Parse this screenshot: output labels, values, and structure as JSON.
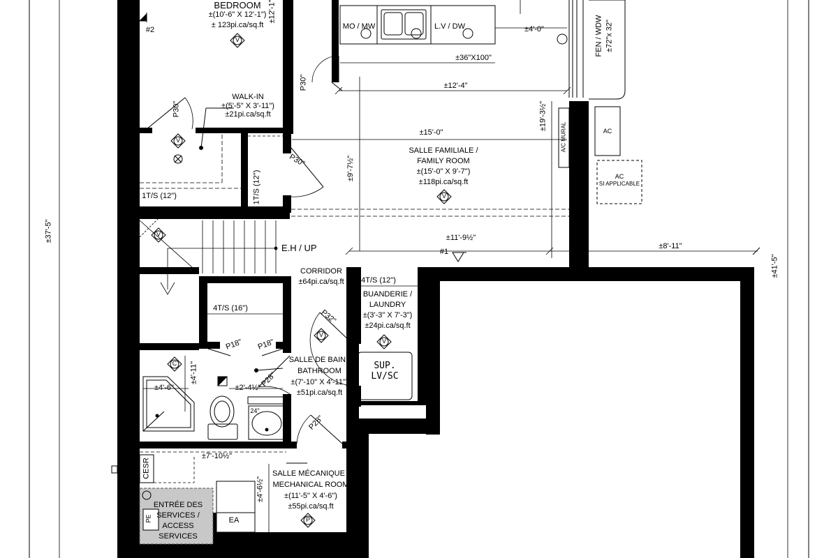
{
  "rooms": {
    "bedroom": {
      "name": "BEDROOM",
      "dims": "±(10'-6\" X 12'-1\")",
      "area": "± 123pi.ca/sq.ft",
      "ceiling": "±12'-1\""
    },
    "walkin": {
      "name": "WALK-IN",
      "dims": "±(5'-5\" X 3'-11\")",
      "area": "±21pi.ca/sq.ft"
    },
    "family": {
      "name1": "SALLE FAMILIALE /",
      "name2": "FAMILY ROOM",
      "dims": "±(15'-0\" X 9'-7\")",
      "area": "±118pi.ca/sq.ft"
    },
    "corridor": {
      "name": "CORRIDOR",
      "area": "±64pi.ca/sq.ft"
    },
    "laundry": {
      "name1": "BUANDERIE /",
      "name2": "LAUNDRY",
      "dims": "±(3'-3\" X 7'-3\")",
      "area": "±24pi.ca/sq.ft",
      "machine1": "SUP.",
      "machine2": "LV/SC"
    },
    "bathroom": {
      "name1": "SALLE DE BAIN /",
      "name2": "BATHROOM",
      "dims": "±(7'-10\" X 4'-11\")",
      "area": "±51pi.ca/sq.ft"
    },
    "mechanical": {
      "name1": "SALLE MÉCANIQUE /",
      "name2": "MECHANICAL ROOM",
      "dims": "±(11'-5\" X 4'-6\")",
      "area": "±55pi.ca/sq.ft"
    },
    "services": {
      "l1": "ENTRÉE DES",
      "l2": "SERVICES /",
      "l3": "ACCESS",
      "l4": "SERVICES"
    }
  },
  "kitchen": {
    "mo": "MO / MW",
    "lv": "L.V / DW",
    "counter": "±36\"X100\"",
    "width": "±4'-0\""
  },
  "window": {
    "label": "FEN / WDW",
    "size": "±72\"x 32\""
  },
  "dims": {
    "d1": "±12'-4\"",
    "d2": "±15'-0\"",
    "d3": "±19'-3½\"",
    "d4": "±9'-7½\"",
    "d5": "±11'-9½\"",
    "d6": "±8'-11\"",
    "d7": "±37'-5\"",
    "d8": "±41'-5\"",
    "d9": "±4'-11\"",
    "d10": "±4'-6\"",
    "d11": "±2'-4½\"",
    "d12": "±7'-10½\"",
    "d13": "±4'-6½\""
  },
  "shelves": {
    "s1": "1T/S (12\")",
    "s2": "1T/S (12\")",
    "s3": "4T/S (12\")",
    "s4": "4T/S (16\")"
  },
  "doors": {
    "p1": "P30\"",
    "p2": "P30\"",
    "p3": "P30\"",
    "p4": "P32\"",
    "p5": "P18\"",
    "p6": "P18\"",
    "p7": "P28\"",
    "p8": "P28\""
  },
  "symbols": {
    "v": "V",
    "c": "C",
    "p": "P"
  },
  "labels": {
    "stairs": "E.H / UP",
    "section1": "#1",
    "section2": "#2",
    "ac": "AC",
    "ac2a": "AC",
    "ac2b": "SI APPLICABLE",
    "acmural": "A/C MURAL",
    "cesr": "CESR",
    "ea": "EA",
    "pe": "PE",
    "sink": "24\""
  }
}
